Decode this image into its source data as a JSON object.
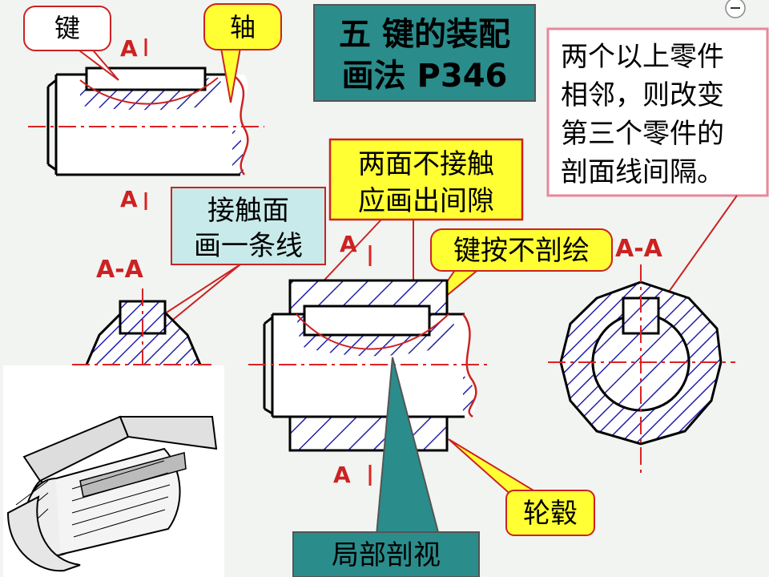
{
  "title": {
    "line1": "五 键的装配",
    "line2": "画法 P346"
  },
  "callouts": {
    "key": "键",
    "shaft": "轴",
    "contact": {
      "line1": "接触面",
      "line2": "画一条线"
    },
    "no_contact": {
      "line1": "两面不接触",
      "line2": "应画出间隙"
    },
    "key_no_section": "键按不剖绘",
    "third_part": {
      "line1": "两个以上零件",
      "line2": "相邻，则改变",
      "line3": "第三个零件的",
      "line4": "剖面线间隔。"
    },
    "hub": "轮毂",
    "partial_section": "局部剖视"
  },
  "section_labels": {
    "left": "A-A",
    "right": "A-A"
  },
  "cut_marks": {
    "top_view_upper": "A",
    "top_view_lower": "A",
    "assembly_upper": "A",
    "assembly_lower": "A"
  },
  "colors": {
    "background": "#f1f4f1",
    "title_bg": "#2b8c8c",
    "callout_yellow": "#ffff33",
    "callout_white": "#ffffff",
    "callout_teal_light": "#c9eaea",
    "callout_pink_border": "#e7889a",
    "label_red": "#cc2222",
    "hatch": "#2222aa",
    "centerline": "#dd2222",
    "break_line": "#dd2222"
  }
}
